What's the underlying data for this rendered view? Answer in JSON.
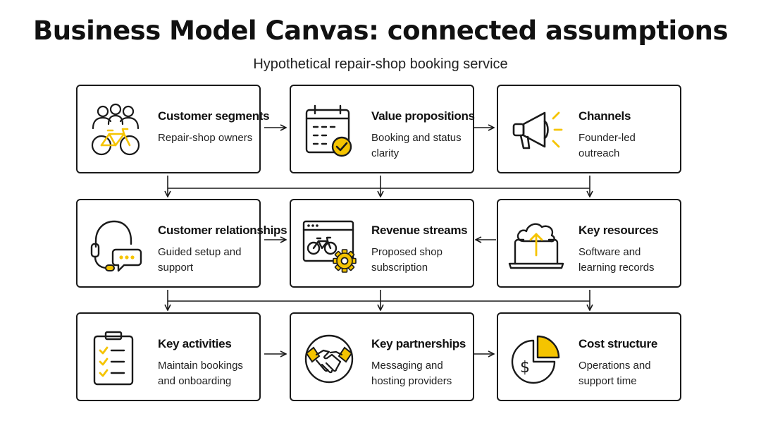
{
  "title": "Business Model Canvas: connected assumptions",
  "subtitle": "Hypothetical repair-shop booking service",
  "colors": {
    "accent": "#F5C400",
    "ink": "#1a1a1a"
  },
  "blocks": [
    {
      "name": "Customer segments",
      "desc": "Repair-shop owners",
      "icon": "people-bicycle-icon"
    },
    {
      "name": "Value propositions",
      "desc": "Booking and status clarity",
      "icon": "calendar-check-icon"
    },
    {
      "name": "Channels",
      "desc": "Founder-led outreach",
      "icon": "megaphone-icon"
    },
    {
      "name": "Customer relationships",
      "desc": "Guided setup and support",
      "icon": "headset-chat-icon"
    },
    {
      "name": "Revenue streams",
      "desc": "Proposed shop subscription",
      "icon": "browser-bicycle-gear-icon"
    },
    {
      "name": "Key resources",
      "desc": "Software and learning records",
      "icon": "laptop-cloud-upload-icon"
    },
    {
      "name": "Key activities",
      "desc": "Maintain bookings and onboarding",
      "icon": "clipboard-checklist-icon"
    },
    {
      "name": "Key partnerships",
      "desc": "Messaging and hosting providers",
      "icon": "handshake-icon"
    },
    {
      "name": "Cost structure",
      "desc": "Operations and support time",
      "icon": "dollar-pie-icon"
    }
  ]
}
